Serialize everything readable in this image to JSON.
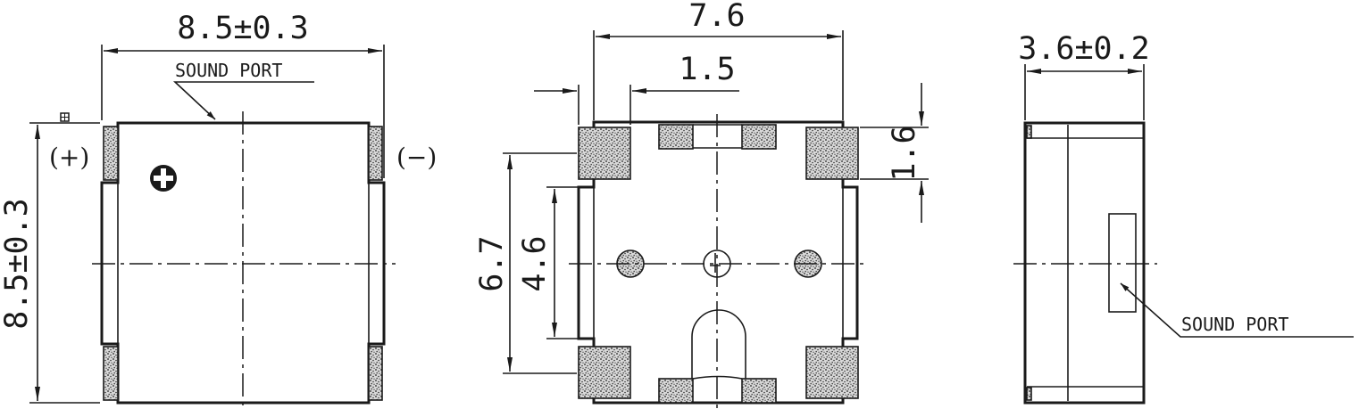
{
  "top_view": {
    "width_dim": "8.5±0.3",
    "height_dim": "8.5±0.3",
    "sound_port_label": "SOUND PORT",
    "plus_label": "(+)",
    "minus_label": "(−)"
  },
  "bottom_view": {
    "width_dim": "7.6",
    "pad_gap_dim": "1.5",
    "pad_height_dim": "1.6",
    "outer_span_dim": "6.7",
    "inner_span_dim": "4.6"
  },
  "side_view": {
    "thickness_dim": "3.6±0.2",
    "sound_port_label": "SOUND PORT"
  },
  "colors": {
    "line": "#1a1a1a",
    "background": "#ffffff"
  }
}
